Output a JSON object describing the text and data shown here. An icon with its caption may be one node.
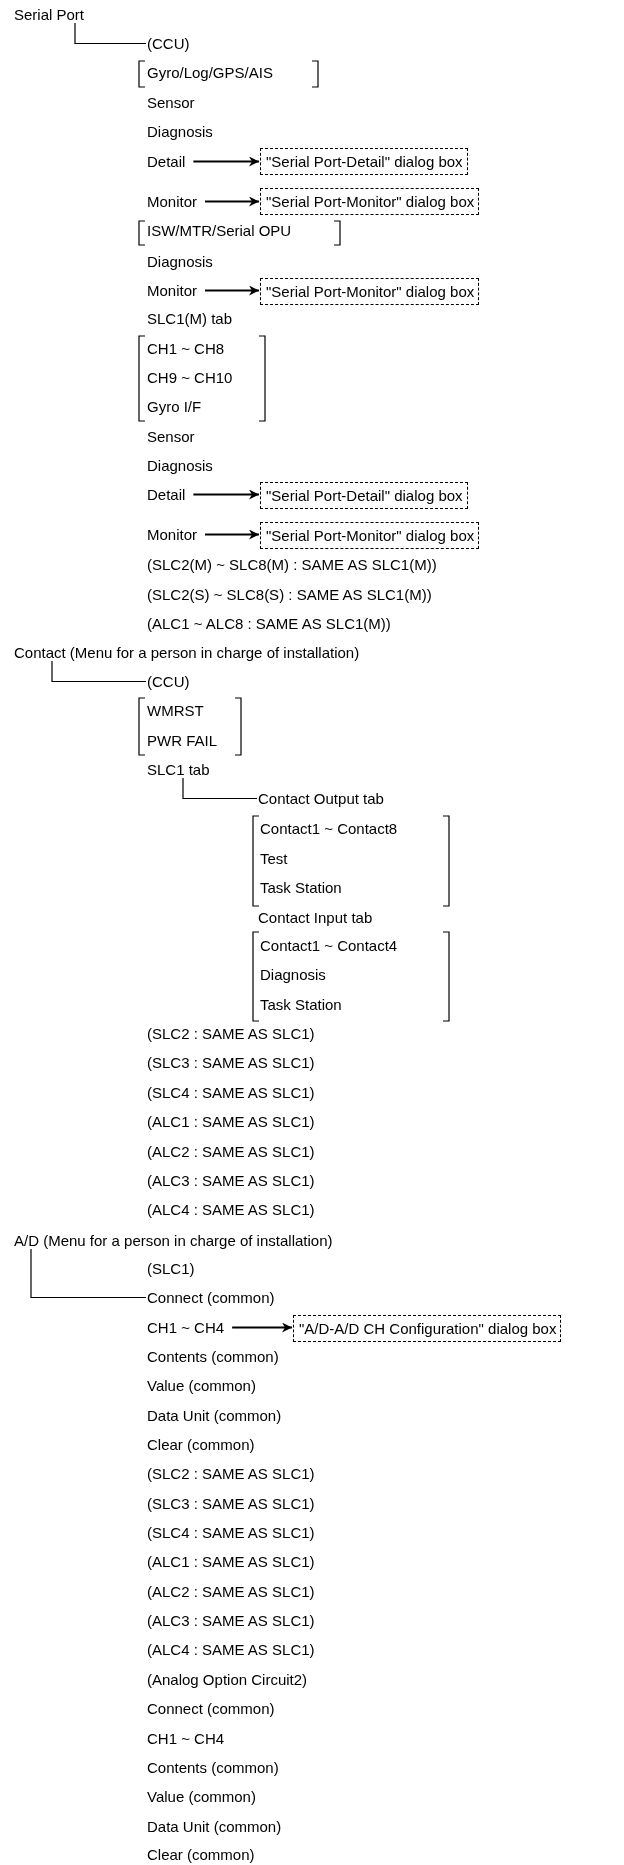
{
  "diagram": {
    "nodes": [
      {
        "text": [
          "Serial Port"
        ]
      },
      {
        "text": [
          "(CCU)"
        ]
      },
      {
        "text": [
          "Detail"
        ]
      },
      {
        "text": [
          "\"Serial Port-Detail\" dialog box"
        ]
      },
      {
        "text": [
          "Monitor"
        ]
      },
      {
        "text": [
          "\"Serial Port-Monitor\" dialog box"
        ]
      },
      {
        "text": [
          "Monitor"
        ]
      },
      {
        "text": [
          "\"Serial Port-Monitor\" dialog box"
        ]
      },
      {
        "text": [
          "Detail"
        ]
      },
      {
        "text": [
          "\"Serial Port-Detail\" dialog box"
        ]
      },
      {
        "text": [
          "Monitor"
        ]
      },
      {
        "text": [
          "\"Serial Port-Monitor\" dialog box"
        ]
      },
      {
        "text": [
          "Contact (Menu for a person in charge of installation)"
        ]
      },
      {
        "text": [
          "(CCU)"
        ]
      },
      {
        "text": [
          "SLC1 tab"
        ]
      },
      {
        "text": [
          "Contact Output tab"
        ]
      },
      {
        "text": [
          "A/D (Menu for a person in charge of installation)"
        ]
      },
      {
        "text": [
          "Connect (common)"
        ]
      },
      {
        "text": [
          "CH1 ~ CH4"
        ]
      },
      {
        "text": [
          "\"A/D-A/D CH Configuration\" dialog box"
        ]
      }
    ],
    "edges": [
      {
        "from": 0,
        "to": 1,
        "arrow": "none"
      },
      {
        "from": 2,
        "to": 3,
        "arrow": "to"
      },
      {
        "from": 4,
        "to": 5,
        "arrow": "to"
      },
      {
        "from": 6,
        "to": 7,
        "arrow": "to"
      },
      {
        "from": 8,
        "to": 9,
        "arrow": "to"
      },
      {
        "from": 10,
        "to": 11,
        "arrow": "to"
      },
      {
        "from": 12,
        "to": 13,
        "arrow": "none"
      },
      {
        "from": 14,
        "to": 15,
        "arrow": "none"
      },
      {
        "from": 16,
        "to": 17,
        "arrow": "none"
      },
      {
        "from": 18,
        "to": 19,
        "arrow": "to"
      }
    ],
    "labels": [
      "Gyro/Log/GPS/AIS",
      "Sensor",
      "Diagnosis",
      "ISW/MTR/Serial OPU",
      "Diagnosis",
      "SLC1(M) tab",
      "CH1 ~ CH8",
      "CH9 ~ CH10",
      "Gyro I/F",
      "Sensor",
      "Diagnosis",
      "(SLC2(M) ~ SLC8(M) : SAME AS SLC1(M))",
      "(SLC2(S) ~ SLC8(S) : SAME AS SLC1(M))",
      "(ALC1 ~ ALC8 : SAME AS SLC1(M))",
      "WMRST",
      "PWR FAIL",
      "Contact1 ~ Contact8",
      "Test",
      "Task Station",
      "Contact Input tab",
      "Contact1 ~ Contact4",
      "Diagnosis",
      "Task Station",
      "(SLC2 : SAME AS SLC1)",
      "(SLC3 : SAME AS SLC1)",
      "(SLC4 : SAME AS SLC1)",
      "(ALC1 : SAME AS SLC1)",
      "(ALC2 : SAME AS SLC1)",
      "(ALC3 : SAME AS SLC1)",
      "(ALC4 : SAME AS SLC1)",
      "(SLC1)",
      "Contents (common)",
      "Value (common)",
      "Data Unit (common)",
      "Clear (common)",
      "(SLC2 : SAME AS SLC1)",
      "(SLC3 : SAME AS SLC1)",
      "(SLC4 : SAME AS SLC1)",
      "(ALC1 : SAME AS SLC1)",
      "(ALC2 : SAME AS SLC1)",
      "(ALC3 : SAME AS SLC1)",
      "(ALC4 : SAME AS SLC1)",
      "(Analog Option Circuit2)",
      "Connect (common)",
      "CH1 ~ CH4",
      "Contents (common)",
      "Value (common)",
      "Data Unit (common)",
      "Clear (common)"
    ]
  }
}
